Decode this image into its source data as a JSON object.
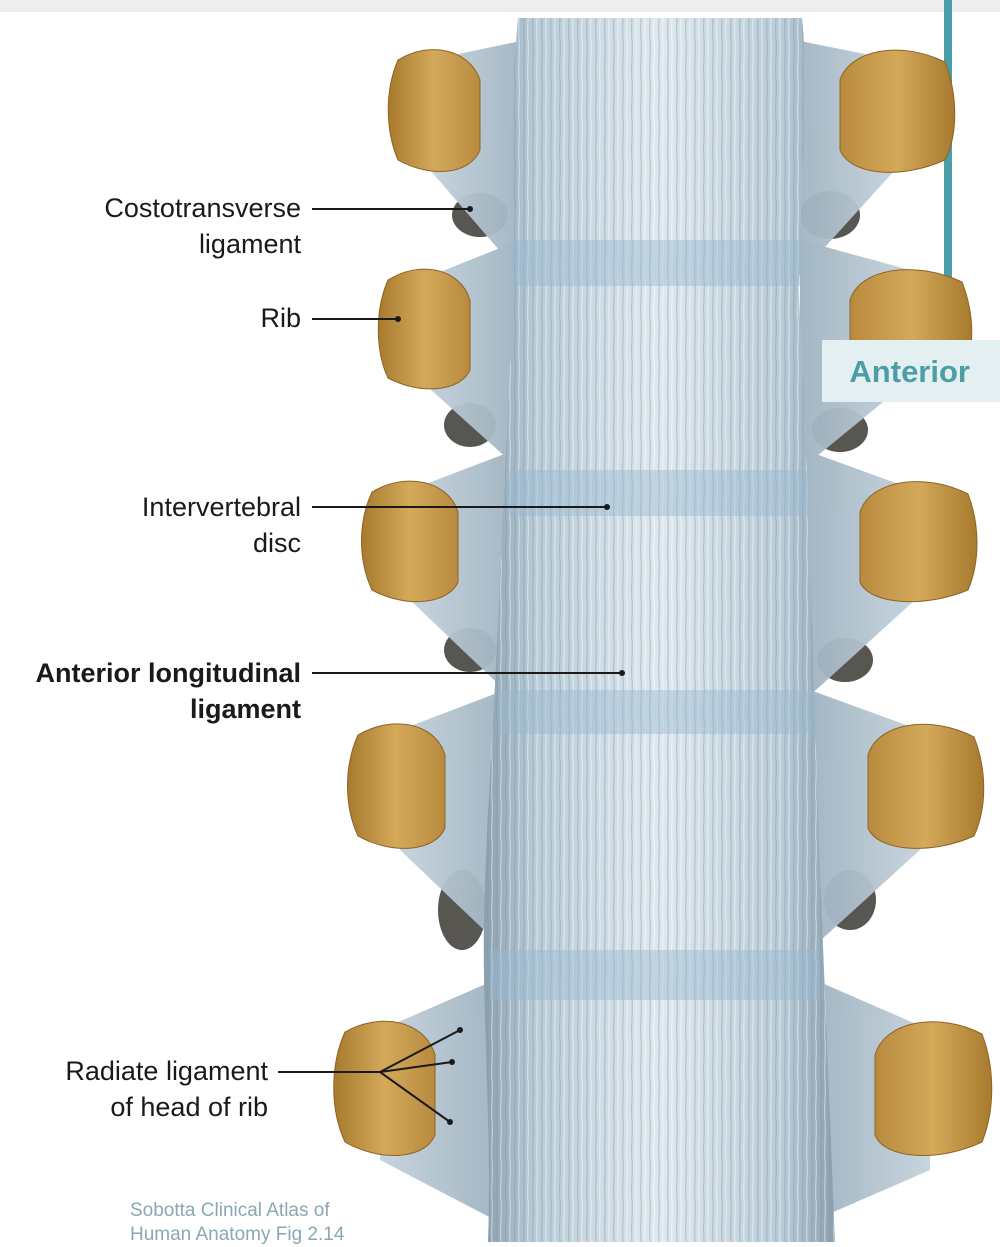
{
  "tab": {
    "label": "Anterior"
  },
  "labels": {
    "costotransverse": [
      "Costotransverse",
      "ligament"
    ],
    "rib": [
      "Rib"
    ],
    "disc": [
      "Intervertebral",
      "disc"
    ],
    "anterior_longitudinal": [
      "Anterior longitudinal",
      "ligament"
    ],
    "radiate": [
      "Radiate ligament",
      "of head of rib"
    ]
  },
  "credit": [
    "Sobotta Clinical Atlas of",
    "Human Anatomy Fig 2.14"
  ],
  "colors": {
    "accent": "#4c9ea6",
    "tab_background": "#e3eff1",
    "bone": "#c79a4d",
    "ligament": "#a7bccb"
  }
}
